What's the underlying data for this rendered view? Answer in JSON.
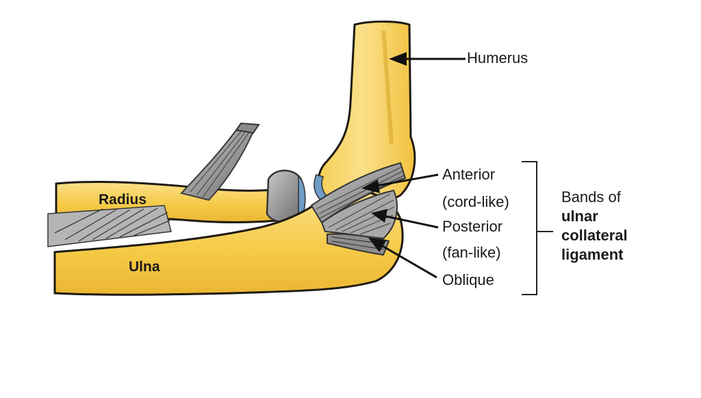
{
  "labels": {
    "humerus": "Humerus",
    "radius": "Radius",
    "ulna": "Ulna",
    "anterior": "Anterior",
    "anterior_note": "(cord-like)",
    "posterior": "Posterior",
    "posterior_note": "(fan-like)",
    "oblique": "Oblique",
    "bands_line1": "Bands of",
    "bands_line2": "ulnar",
    "bands_line3": "collateral",
    "bands_line4": "ligament"
  },
  "colors": {
    "bone": "#f4c94a",
    "bone_light": "#f9dc7d",
    "bone_outline": "#1e1a12",
    "ligament": "#9a9a9a",
    "ligament_dark": "#4a4a4a",
    "cartilage": "#6f9cc7",
    "text": "#1a1a1a"
  }
}
